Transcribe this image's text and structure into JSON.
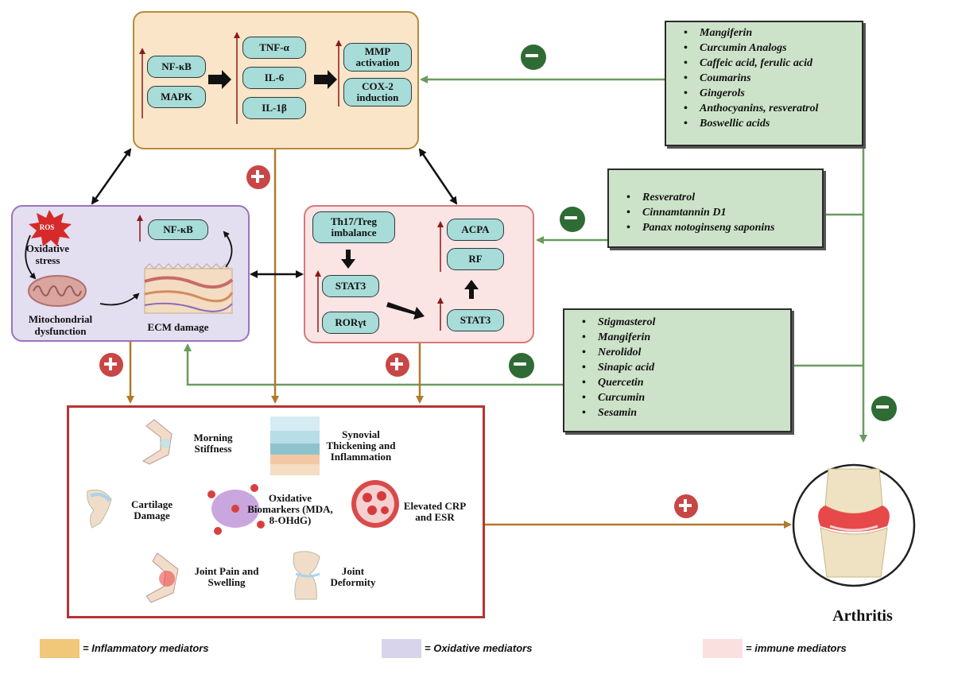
{
  "inflammatory": {
    "nfkb": "NF-κB",
    "mapk": "MAPK",
    "tnf": "TNF-α",
    "il6": "IL-6",
    "il1": "IL-1β",
    "mmp": "MMP activation",
    "cox2": "COX-2 induction"
  },
  "oxidative": {
    "ros": "ROS",
    "stress": "Oxidative stress",
    "nfkb": "NF-κB",
    "mito": "Mitochondrial dysfunction",
    "ecm": "ECM damage"
  },
  "immune": {
    "th17": "Th17/Treg imbalance",
    "stat3_left": "STAT3",
    "rorgt": "RORγt",
    "acpa": "ACPA",
    "rf": "RF",
    "stat3_right": "STAT3"
  },
  "clinical": {
    "morning": "Morning Stiffness",
    "synovial": "Synovial Thickening and Inflammation",
    "cartilage": "Cartilage Damage",
    "oxidative_bio": "Oxidative Biomarkers (MDA, 8-OHdG)",
    "crp": "Elevated CRP and ESR",
    "pain": "Joint Pain and Swelling",
    "deformity": "Joint Deformity"
  },
  "compounds": {
    "group1": [
      "Mangiferin",
      "Curcumin Analogs",
      "Caffeic acid, ferulic acid",
      "Coumarins",
      "Gingerols",
      "Anthocyanins, resveratrol",
      "Boswellic acids"
    ],
    "group2": [
      "Resveratrol",
      "Cinnamtannin D1",
      "Panax notoginseng saponins"
    ],
    "group3": [
      "Stigmasterol",
      "Mangiferin",
      "Nerolidol",
      "Sinapic acid",
      "Quercetin",
      "Curcumin",
      "Sesamin"
    ]
  },
  "outcome": "Arthritis",
  "legend": {
    "inflammatory": "= Inflammatory mediators",
    "oxidative": "= Oxidative mediators",
    "immune": "= immune mediators"
  },
  "colors": {
    "inflammatory": "#f1c77a",
    "oxidative": "#d8d4ec",
    "immune": "#fbe0e0",
    "inhibit": "#2f6b34",
    "promote": "#c84646",
    "compound_box": "#cde3c9"
  }
}
